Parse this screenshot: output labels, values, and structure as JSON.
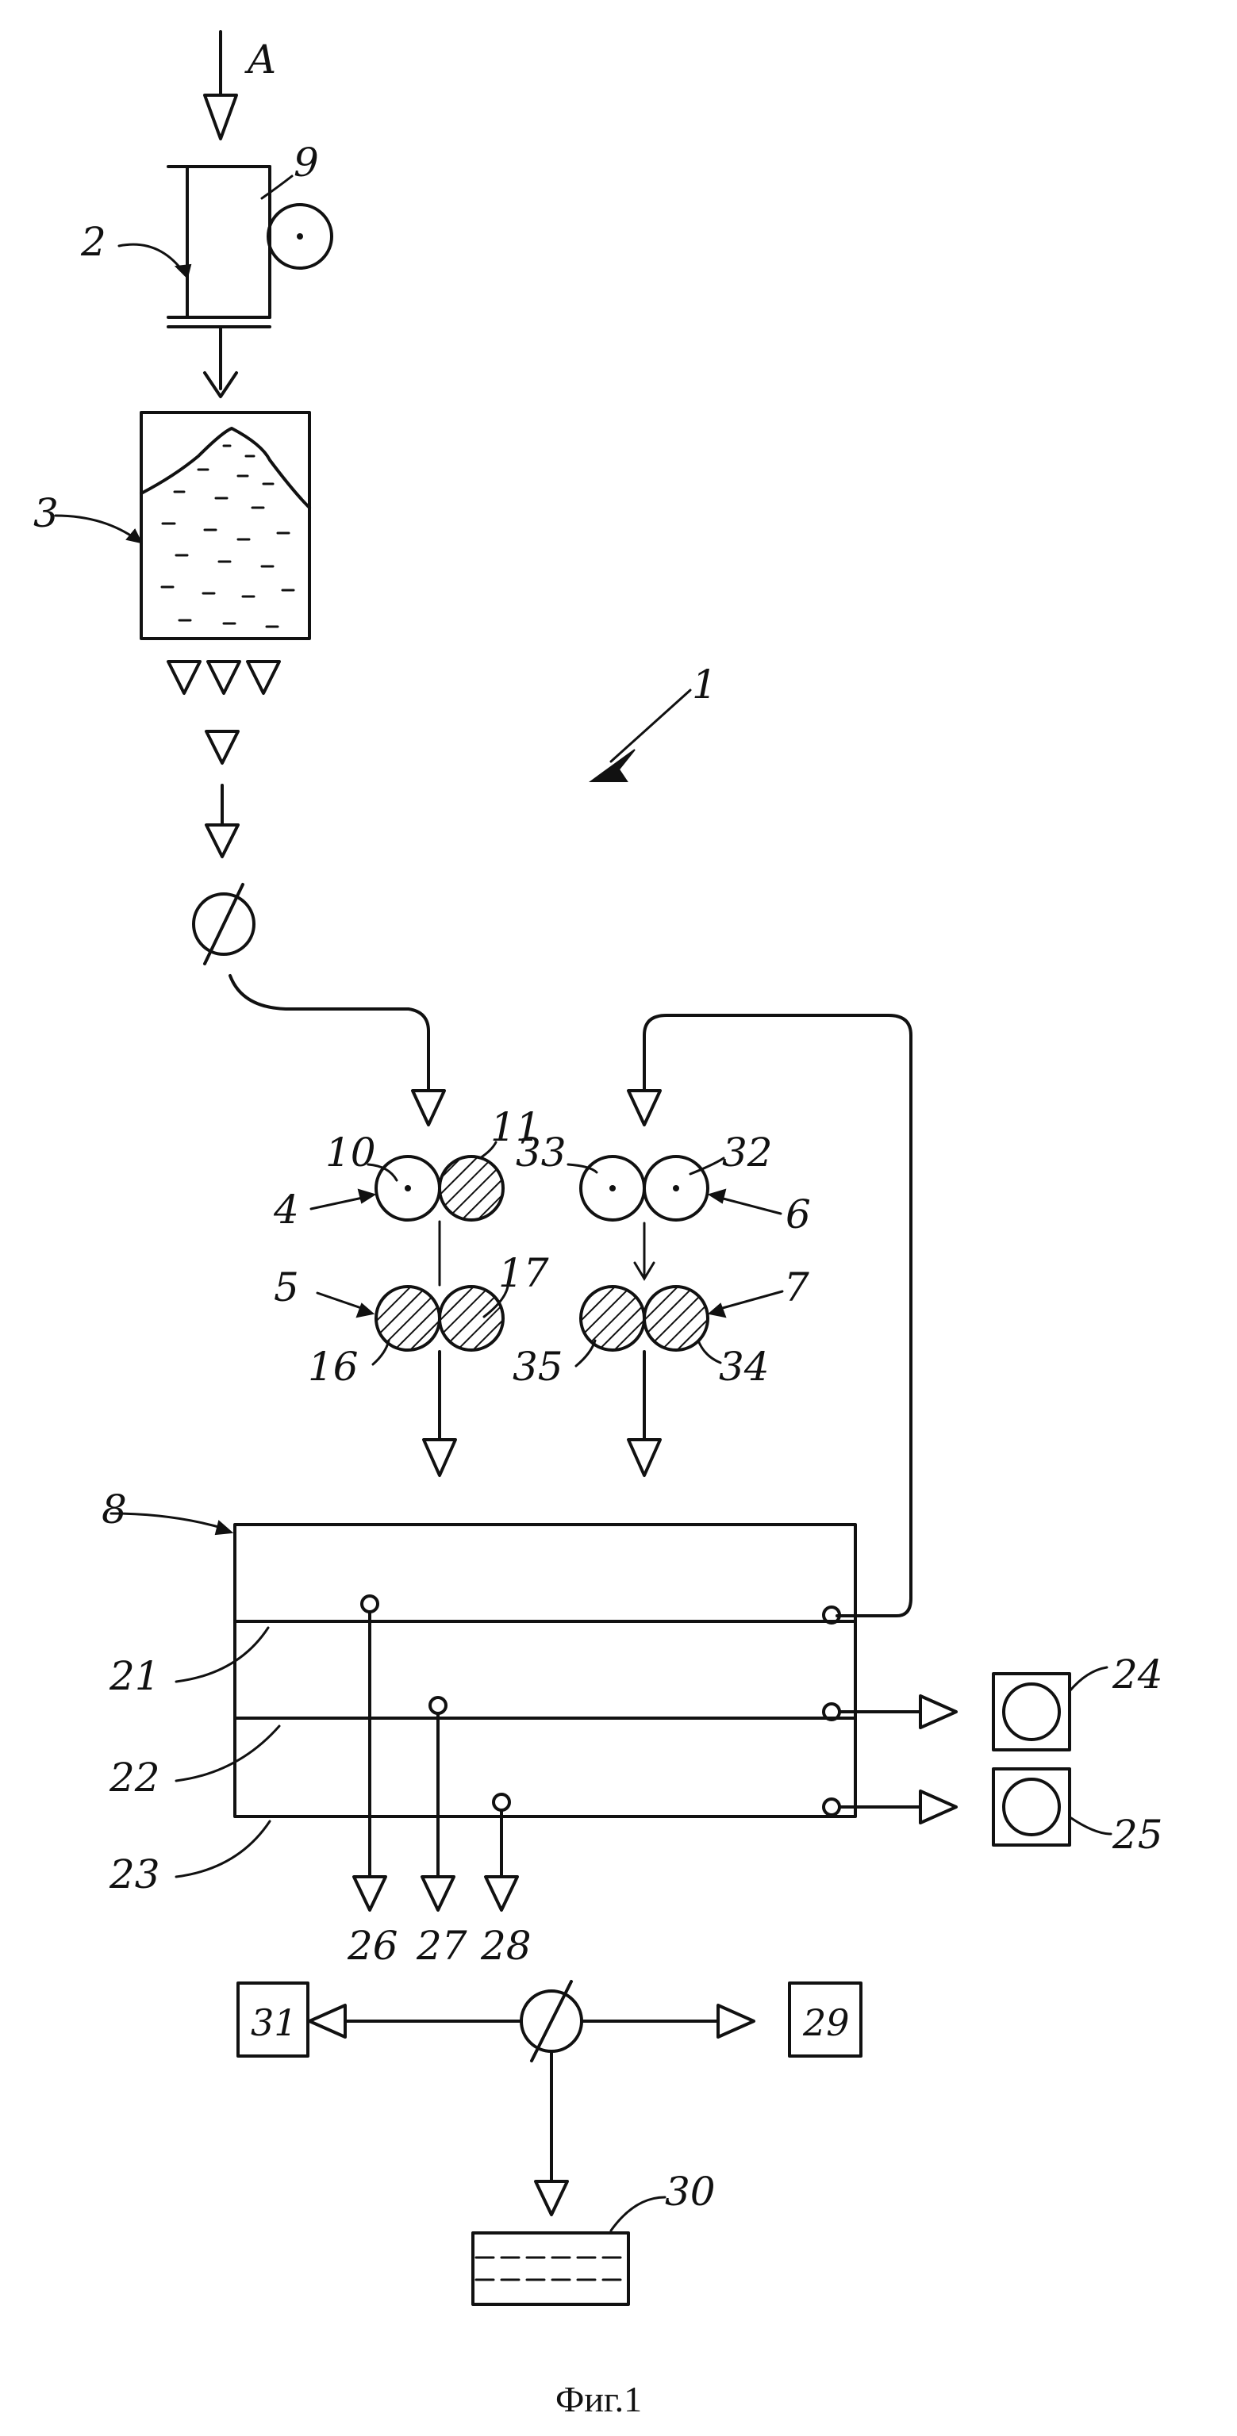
{
  "labels": {
    "input": "A",
    "system": "1",
    "l2": "2",
    "l3": "3",
    "l4": "4",
    "l5": "5",
    "l6": "6",
    "l7": "7",
    "l8": "8",
    "l9": "9",
    "l10": "10",
    "l11": "11",
    "l16": "16",
    "l17": "17",
    "l21": "21",
    "l22": "22",
    "l23": "23",
    "l24": "24",
    "l25": "25",
    "l26": "26",
    "l27": "27",
    "l28": "28",
    "l29": "29",
    "l30": "30",
    "l31": "31",
    "l32": "32",
    "l33": "33",
    "l34": "34",
    "l35": "35"
  },
  "caption": "Фиг.1"
}
